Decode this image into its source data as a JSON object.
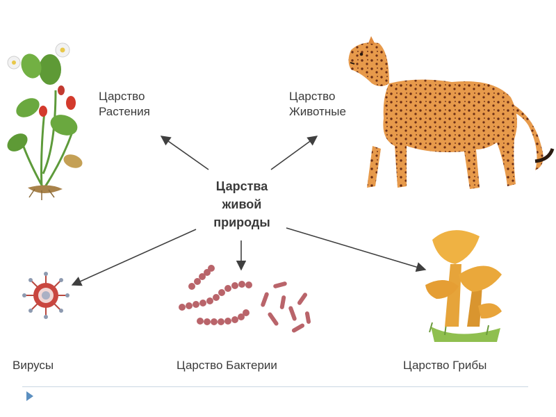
{
  "center": {
    "line1": "Царства",
    "line2": "живой",
    "line3": "природы"
  },
  "kingdoms": {
    "plants": {
      "line1": "Царство",
      "line2": "Растения",
      "icon": "strawberry-plant-icon"
    },
    "animals": {
      "line1": "Царство",
      "line2": "Животные",
      "icon": "cheetah-icon"
    },
    "viruses": {
      "label": "Вирусы",
      "icon": "virus-icon"
    },
    "bacteria": {
      "label": "Царство Бактерии",
      "icon": "bacteria-icon"
    },
    "fungi": {
      "label": "Царство Грибы",
      "icon": "chanterelle-mushroom-icon"
    }
  },
  "colors": {
    "arrow": "#3f3f3f",
    "text": "#3a3a3a",
    "bacteria": "#b9646a",
    "cheetah": "#e08a3c",
    "mushroom": "#e7a533",
    "plant": "#5d9a3a",
    "berry": "#d33a2c"
  }
}
